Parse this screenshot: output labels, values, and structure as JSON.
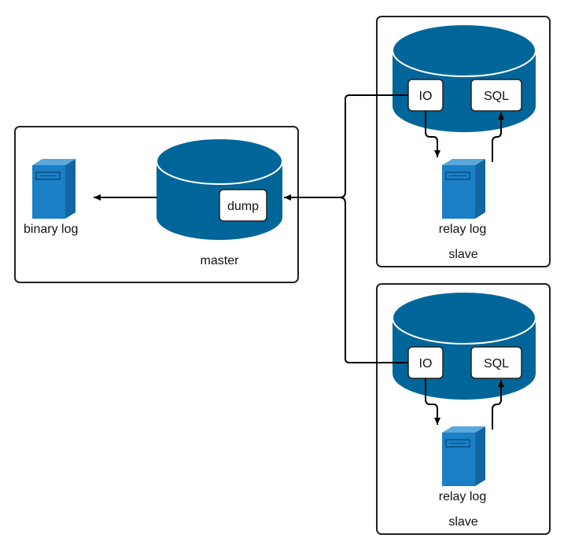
{
  "colors": {
    "db_fill": "#006699",
    "db_top": "#00669a",
    "db_outline": "#ffffff",
    "server_front": "#1a7fc4",
    "server_side": "#1266a3",
    "server_top": "#5aa8dc",
    "border": "#222222",
    "arrow": "#000000"
  },
  "master": {
    "label": "master",
    "process": "dump",
    "log": "binary log"
  },
  "slaves": [
    {
      "label": "slave",
      "io": "IO",
      "sql": "SQL",
      "log": "relay log"
    },
    {
      "label": "slave",
      "io": "IO",
      "sql": "SQL",
      "log": "relay log"
    }
  ],
  "icons": {
    "database": "database-cylinder-icon",
    "server": "server-tower-icon"
  }
}
